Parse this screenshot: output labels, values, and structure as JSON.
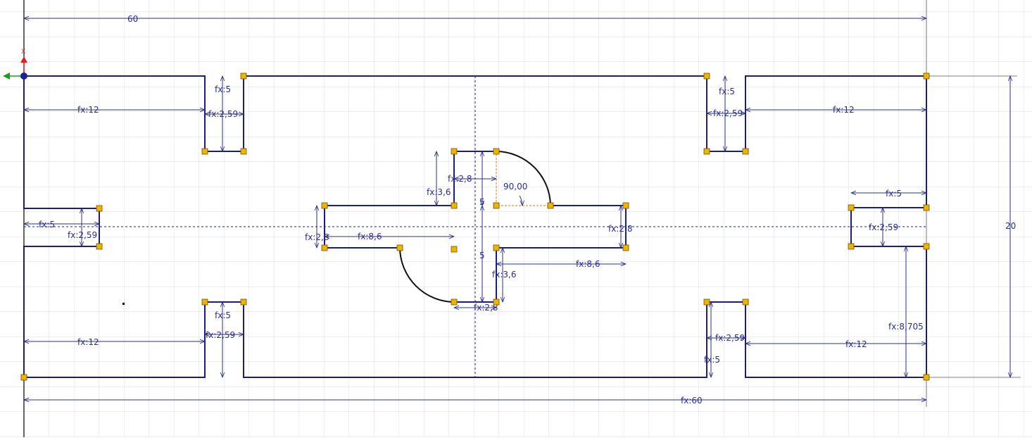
{
  "colors": {
    "grid": "#d9dde3",
    "geometry": "#1a1f7a",
    "dimension": "#2b2f8c",
    "point": "#f0b400",
    "origin": "#1a1f9a",
    "axis_x": "#e0201a",
    "axis_y": "#1aa01a",
    "angle_ref": "#e07020"
  },
  "icons": {
    "origin": "origin-point-icon",
    "x_axis": "x-axis-arrow-icon",
    "y_axis": "y-axis-arrow-icon",
    "sketch_point": "sketch-point-icon"
  },
  "axis_labels": {
    "x": "X"
  },
  "dimensions": {
    "top_overall": "60",
    "bottom_overall": "fx:60",
    "right_height": "20",
    "tl_width": "fx:12",
    "tl_depth": "fx:5",
    "tl_slot": "fx:2,59",
    "tr_width": "fx:12",
    "tr_depth": "fx:5",
    "tr_slot": "fx:2,59",
    "bl_width": "fx:12",
    "bl_depth": "fx:5",
    "bl_slot": "fx:2,59",
    "br_width": "fx:12",
    "br_depth": "fx:5",
    "br_slot": "fx:2,59",
    "left_depth": "fx:5",
    "left_slot": "fx:2,59",
    "right_depth": "fx:5",
    "right_slot": "fx:2,59",
    "right_offset": "fx:8,705",
    "center_arm_left_len": "fx:8,6",
    "center_arm_left_w": "fx:2,8",
    "center_arm_right_len": "fx:8,6",
    "center_arm_right_w": "fx:2,8",
    "center_upper_len": "fx:3,6",
    "center_upper_w": "fx:2,8",
    "center_lower_len": "fx:3,6",
    "center_lower_w": "fx:2,8",
    "center_gap_upper": "5",
    "center_gap_lower": "5",
    "angle": "90,00"
  }
}
